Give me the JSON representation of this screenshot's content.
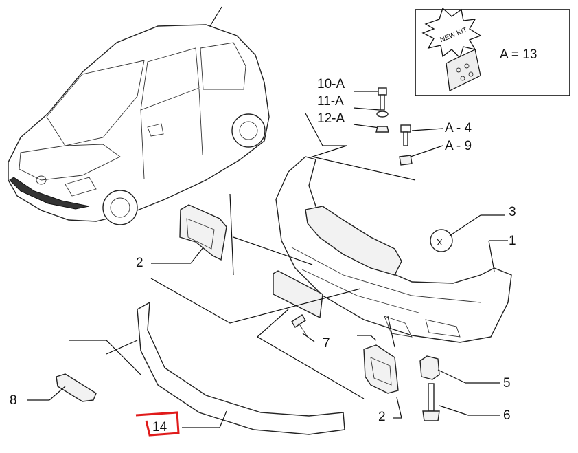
{
  "diagram": {
    "callouts": {
      "p10": "10-A",
      "p11": "11-A",
      "p12": "12-A",
      "p4": "A - 4",
      "p9": "A - 9",
      "p3": "3",
      "p1": "1",
      "p2a": "2",
      "p2b": "2",
      "p7": "7",
      "p5": "5",
      "p6": "6",
      "p8": "8",
      "p14": "14"
    },
    "kit_box": {
      "badge_text": "NEW KIT",
      "equation": "A = 13"
    },
    "colors": {
      "line": "#111111",
      "highlight": "#e01b1b"
    }
  }
}
